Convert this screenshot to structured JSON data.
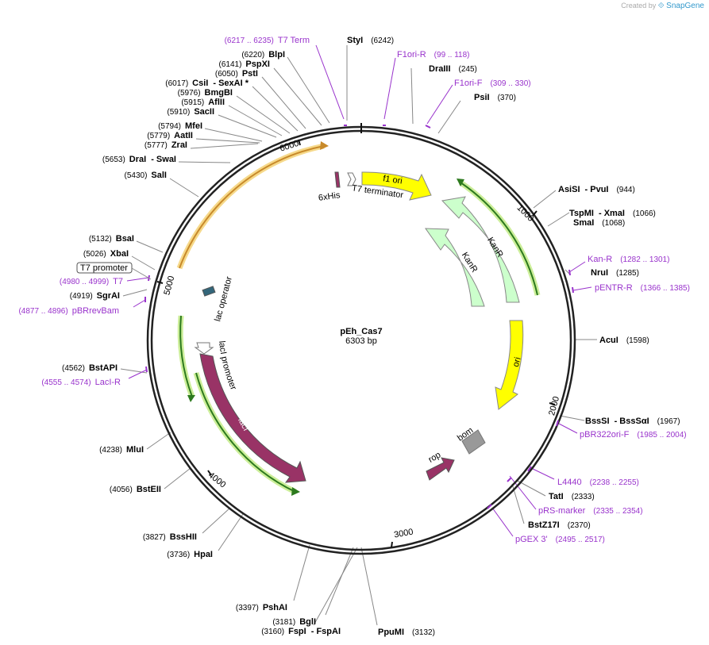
{
  "branding": {
    "prefix": "Created by",
    "name": "SnapGene"
  },
  "plasmid": {
    "name": "pEh_Cas7",
    "length_label": "6303 bp"
  },
  "colors": {
    "backbone": "#222222",
    "primer": "#9933cc",
    "f1_ori": "#ffff00",
    "ori": "#ffff00",
    "kanr": "#ccffcc",
    "laci": "#993366",
    "rop": "#993366",
    "bom": "#999999",
    "mcs_halo": "#99cc44",
    "rbs": "#ff9933"
  },
  "ticks": [
    "1000",
    "2000",
    "3000",
    "4000",
    "5000",
    "6000"
  ],
  "features": {
    "f1_ori": "f1 ori",
    "ori": "ori",
    "kanr_1": "KanR",
    "kanr_2": "KanR",
    "laci": "lacI",
    "laci_promoter": "lacI promoter",
    "lac_operator": "lac operator",
    "rop": "rop",
    "bom": "bom",
    "sixhis": "6xHis",
    "t7_terminator": "T7 terminator"
  },
  "sites": {
    "styi": {
      "name": "StyI",
      "pos": "(6242)"
    },
    "blpi": {
      "name": "BlpI",
      "pos": "(6220)"
    },
    "pspxi": {
      "name": "PspXI",
      "pos": "(6141)"
    },
    "psti": {
      "name": "PstI",
      "pos": "(6050)"
    },
    "csii": {
      "name": "CsiI",
      "extra": "- SexAI *",
      "pos": "(6017)"
    },
    "bmgbi": {
      "name": "BmgBI",
      "pos": "(5976)"
    },
    "aflii": {
      "name": "AflII",
      "pos": "(5915)"
    },
    "sacii": {
      "name": "SacII",
      "pos": "(5910)"
    },
    "mfei": {
      "name": "MfeI",
      "pos": "(5794)"
    },
    "aatii": {
      "name": "AatII",
      "pos": "(5779)"
    },
    "zrai": {
      "name": "ZraI",
      "pos": "(5777)"
    },
    "drai": {
      "name": "DraI",
      "extra": "- SwaI",
      "pos": "(5653)"
    },
    "sali": {
      "name": "SalI",
      "pos": "(5430)"
    },
    "bsai": {
      "name": "BsaI",
      "pos": "(5132)"
    },
    "xbai": {
      "name": "XbaI",
      "pos": "(5026)"
    },
    "sgrai": {
      "name": "SgrAI",
      "pos": "(4919)"
    },
    "bstapi": {
      "name": "BstAPI",
      "pos": "(4562)"
    },
    "mlui": {
      "name": "MluI",
      "pos": "(4238)"
    },
    "bsteii": {
      "name": "BstEII",
      "pos": "(4056)"
    },
    "bsshii": {
      "name": "BssHII",
      "pos": "(3827)"
    },
    "hpai": {
      "name": "HpaI",
      "pos": "(3736)"
    },
    "pshai": {
      "name": "PshAI",
      "pos": "(3397)"
    },
    "bgli": {
      "name": "BglI",
      "pos": "(3181)"
    },
    "fspi": {
      "name": "FspI",
      "extra": "- FspAI",
      "pos": "(3160)"
    },
    "ppumi": {
      "name": "PpuMI",
      "pos": "(3132)"
    },
    "draiii": {
      "name": "DraIII",
      "pos": "(245)"
    },
    "psii": {
      "name": "PsiI",
      "pos": "(370)"
    },
    "asisi": {
      "name": "AsiSI",
      "extra": "- PvuI",
      "pos": "(944)"
    },
    "tspmi": {
      "name": "TspMI",
      "extra": "- XmaI",
      "pos": "(1066)"
    },
    "smai": {
      "name": "SmaI",
      "pos": "(1068)"
    },
    "nrui": {
      "name": "NruI",
      "pos": "(1285)"
    },
    "acui": {
      "name": "AcuI",
      "pos": "(1598)"
    },
    "bsssi": {
      "name": "BssSI",
      "extra": "- BssSαI",
      "pos": "(1967)"
    },
    "tati": {
      "name": "TatI",
      "pos": "(2333)"
    },
    "bstz17i": {
      "name": "BstZ17I",
      "pos": "(2370)"
    }
  },
  "primers": {
    "t7term": {
      "name": "T7 Term",
      "range": "(6217 .. 6235)"
    },
    "f1ori_r": {
      "name": "F1ori-R",
      "range": "(99 .. 118)"
    },
    "f1ori_f": {
      "name": "F1ori-F",
      "range": "(309 .. 330)"
    },
    "kan_r": {
      "name": "Kan-R",
      "range": "(1282 .. 1301)"
    },
    "pentr_r": {
      "name": "pENTR-R",
      "range": "(1366 .. 1385)"
    },
    "pbr322ori_f": {
      "name": "pBR322ori-F",
      "range": "(1985 .. 2004)"
    },
    "l4440": {
      "name": "L4440",
      "range": "(2238 .. 2255)"
    },
    "prs_marker": {
      "name": "pRS-marker",
      "range": "(2335 .. 2354)"
    },
    "pgex3": {
      "name": "pGEX 3'",
      "range": "(2495 .. 2517)"
    },
    "laci_r": {
      "name": "LacI-R",
      "range": "(4555 .. 4574)"
    },
    "pbrrevbam": {
      "name": "pBRrevBam",
      "range": "(4877 .. 4896)"
    },
    "t7": {
      "name": "T7",
      "range": "(4980 .. 4999)"
    }
  },
  "t7_promoter_box": "T7 promoter"
}
